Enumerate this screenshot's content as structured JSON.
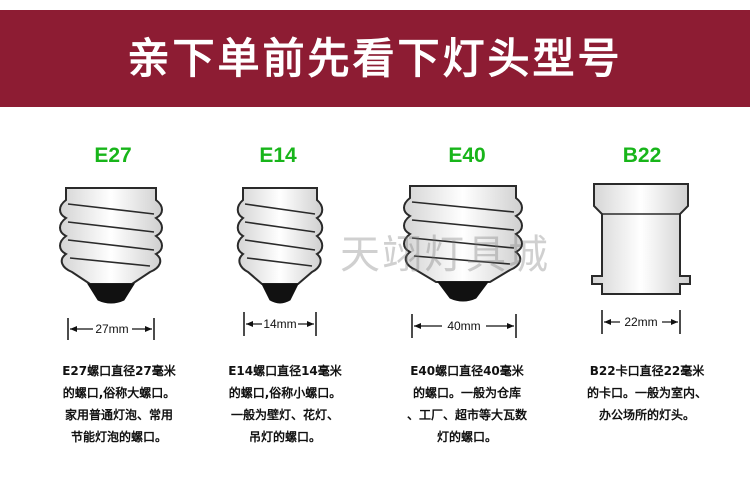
{
  "banner": {
    "title": "亲下单前先看下灯头型号"
  },
  "watermark": "天翊灯具城",
  "bases": [
    {
      "name": "E27",
      "size": "27mm",
      "lines": [
        "E27螺口直径27毫米",
        "的螺口,俗称大螺口。",
        "家用普通灯泡、常用",
        "节能灯泡的螺口。"
      ]
    },
    {
      "name": "E14",
      "size": "14mm",
      "lines": [
        "E14螺口直径14毫米",
        "的螺口,俗称小螺口。",
        "一般为壁灯、花灯、",
        "吊灯的螺口。"
      ]
    },
    {
      "name": "E40",
      "size": "40mm",
      "lines": [
        "E40螺口直径40毫米",
        "的螺口。一般为仓库",
        "、工厂、超市等大瓦数",
        "灯的螺口。"
      ]
    },
    {
      "name": "B22",
      "size": "22mm",
      "lines": [
        "B22卡口直径22毫米",
        "的卡口。一般为室内、",
        "办公场所的灯头。"
      ]
    }
  ],
  "colors": {
    "banner": "#8d1c33",
    "type_label": "#18b51a"
  }
}
